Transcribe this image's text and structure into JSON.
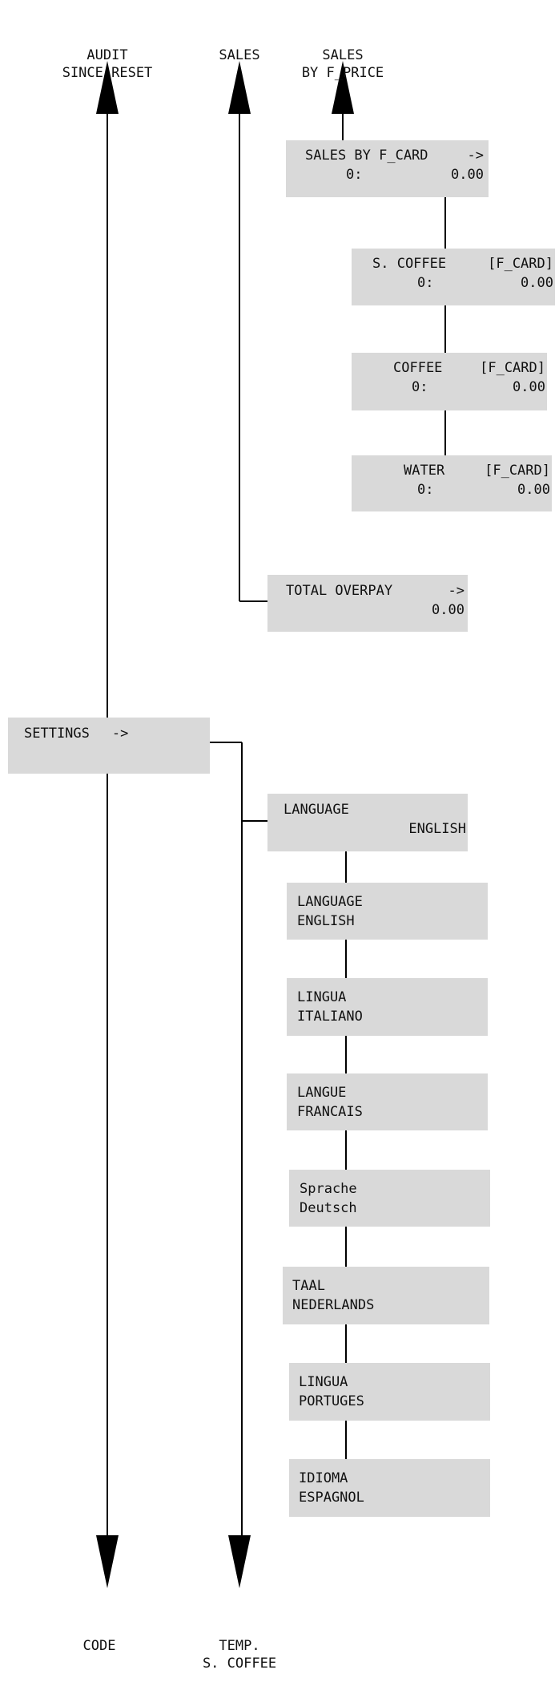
{
  "top_labels": {
    "audit": [
      "AUDIT",
      "SINCE RESET"
    ],
    "sales": [
      "SALES"
    ],
    "sales_by_price": [
      "SALES",
      "BY F_PRICE"
    ]
  },
  "bottom_labels": {
    "code": [
      "CODE"
    ],
    "temp": [
      "TEMP.",
      "S. COFFEE"
    ]
  },
  "sales_by_card": {
    "title": "SALES BY F_CARD",
    "arrow": "->",
    "count": "0:",
    "amount": "0.00"
  },
  "s_coffee_card": {
    "name": "S. COFFEE",
    "tag": "[F_CARD]",
    "count": "0:",
    "amount": "0.00"
  },
  "coffee_card": {
    "name": "COFFEE",
    "tag": "[F_CARD]",
    "count": "0:",
    "amount": "0.00"
  },
  "water_card": {
    "name": "WATER",
    "tag": "[F_CARD]",
    "count": "0:",
    "amount": "0.00"
  },
  "total_overpay": {
    "title": "TOTAL OVERPAY",
    "arrow": "->",
    "amount": "0.00"
  },
  "settings": {
    "title": "SETTINGS",
    "arrow": "->"
  },
  "language_header": {
    "title": "LANGUAGE",
    "value": "ENGLISH"
  },
  "languages": [
    [
      "LANGUAGE",
      "ENGLISH"
    ],
    [
      "LINGUA",
      "ITALIANO"
    ],
    [
      "LANGUE",
      "FRANCAIS"
    ],
    [
      "Sprache",
      "Deutsch"
    ],
    [
      "TAAL",
      "NEDERLANDS"
    ],
    [
      "LINGUA",
      "PORTUGES"
    ],
    [
      "IDIOMA",
      "ESPAGNOL"
    ]
  ]
}
